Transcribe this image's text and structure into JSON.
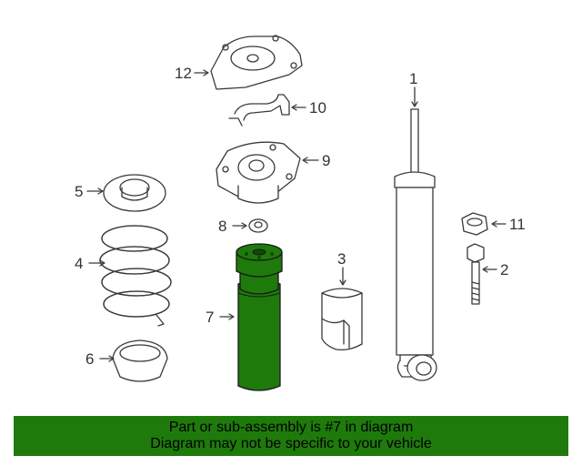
{
  "diagram": {
    "highlight_color": "#1f7a0c",
    "highlighted_part": "7",
    "callouts": {
      "c1": "1",
      "c2": "2",
      "c3": "3",
      "c4": "4",
      "c5": "5",
      "c6": "6",
      "c7": "7",
      "c8": "8",
      "c9": "9",
      "c10": "10",
      "c11": "11",
      "c12": "12"
    }
  },
  "footer": {
    "line1": "Part or sub-assembly is #7 in diagram",
    "line2": "Diagram may not be specific to your vehicle"
  }
}
